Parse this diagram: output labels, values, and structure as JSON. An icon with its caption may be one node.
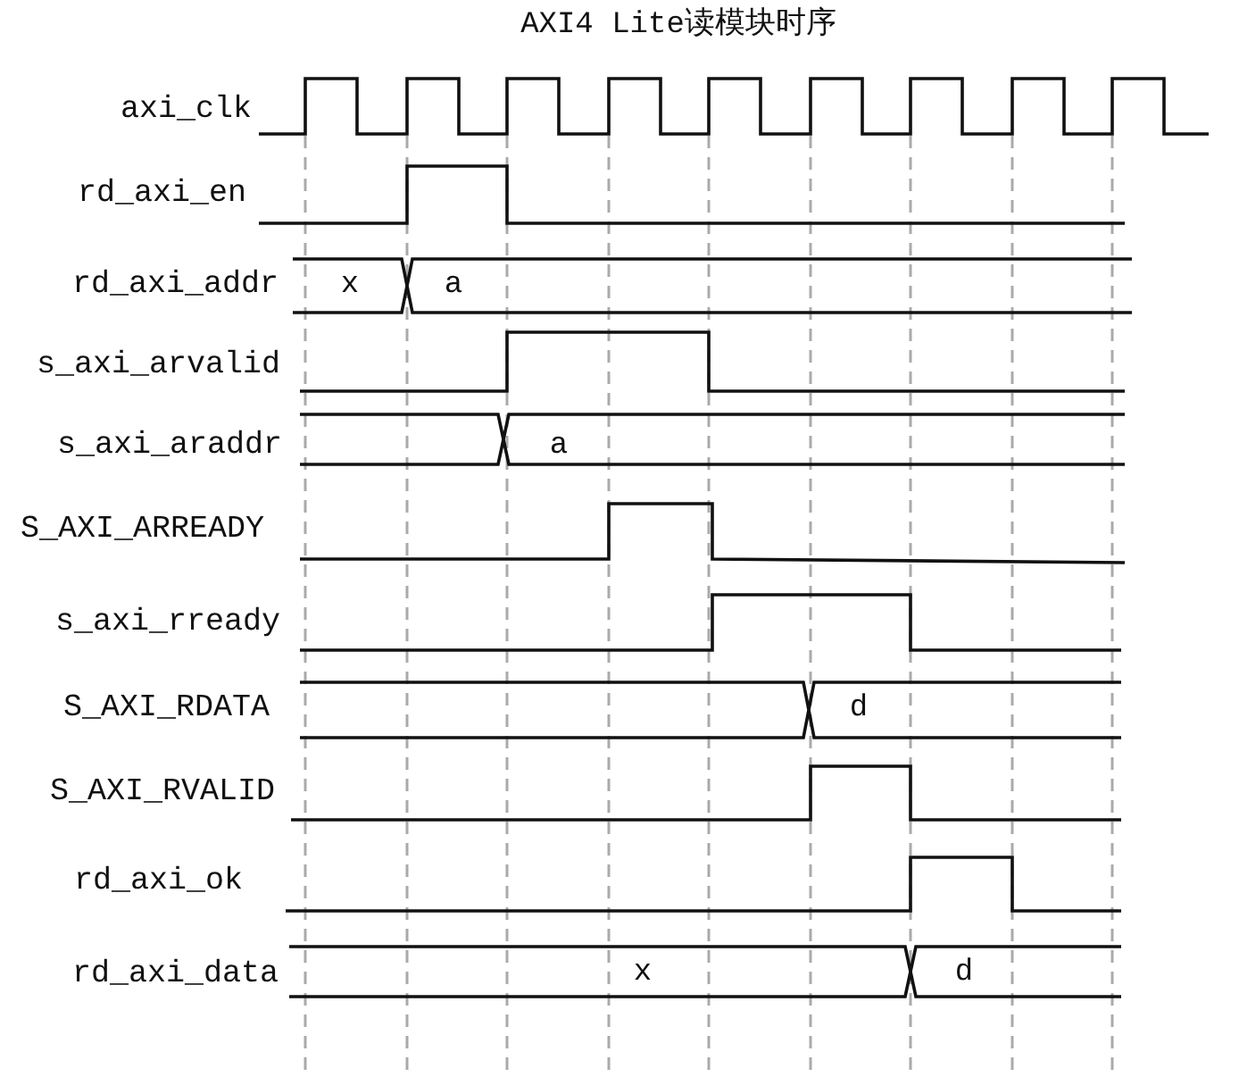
{
  "diagram": {
    "title": "AXI4 Lite读模块时序",
    "labels": [
      "axi_clk",
      "rd_axi_en",
      "rd_axi_addr",
      "x",
      "a",
      "s_axi_arvalid",
      "s_axi_araddr",
      "a",
      "S_AXI_ARREADY",
      "s_axi_rready",
      "S_AXI_RDATA",
      "d",
      "S_AXI_RVALID",
      "rd_axi_ok",
      "rd_axi_data",
      "x",
      "d"
    ]
  }
}
